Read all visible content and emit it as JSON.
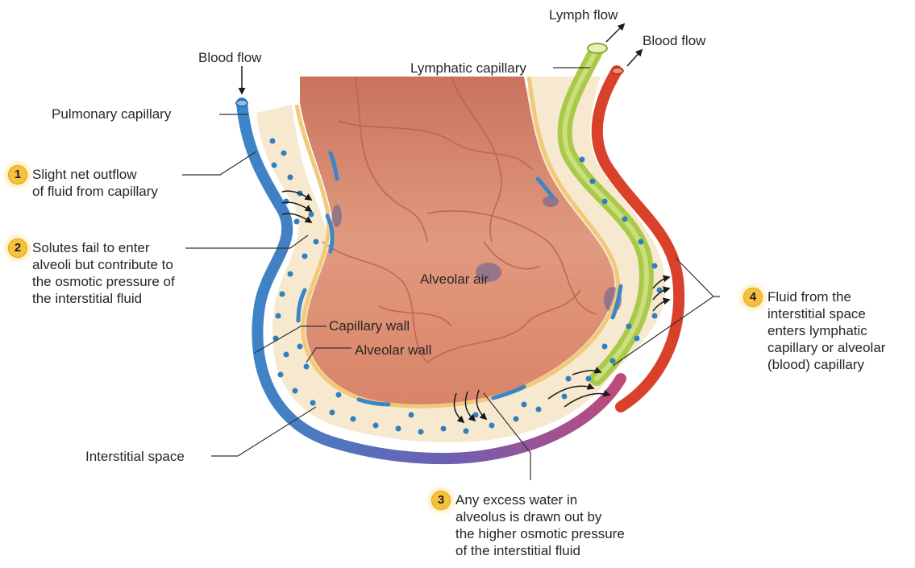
{
  "labels": {
    "blood_flow_in": "Blood flow",
    "pulmonary_capillary": "Pulmonary capillary",
    "lymph_flow": "Lymph flow",
    "blood_flow_out": "Blood flow",
    "lymphatic_capillary": "Lymphatic capillary",
    "alveolar_air": "Alveolar air",
    "capillary_wall": "Capillary wall",
    "alveolar_wall": "Alveolar wall",
    "interstitial_space": "Interstitial space"
  },
  "steps": [
    {
      "number": "1",
      "lines": [
        "Slight net outflow",
        "of fluid from capillary"
      ]
    },
    {
      "number": "2",
      "lines": [
        "Solutes fail to enter",
        "alveoli but contribute to",
        "the osmotic pressure of",
        "the interstitial fluid"
      ]
    },
    {
      "number": "3",
      "lines": [
        "Any excess water in",
        "alveolus is drawn out by",
        "the higher osmotic pressure",
        "of the interstitial fluid"
      ]
    },
    {
      "number": "4",
      "lines": [
        "Fluid from the",
        "interstitial space",
        "enters lymphatic",
        "capillary or alveolar",
        "(blood) capillary"
      ]
    }
  ],
  "colors": {
    "blood_vessel_venous": "#3a86c8",
    "blood_vessel_arterial": "#d9412b",
    "lymph_vessel": "#a9c94a",
    "interstitial_fluid": "#f7e9cf",
    "alveolar_wall": "#f1c97c",
    "alveolar_cells": "#d98a70",
    "solute_dots": "#2f7fc1",
    "step_badge": "#f6c23e"
  }
}
